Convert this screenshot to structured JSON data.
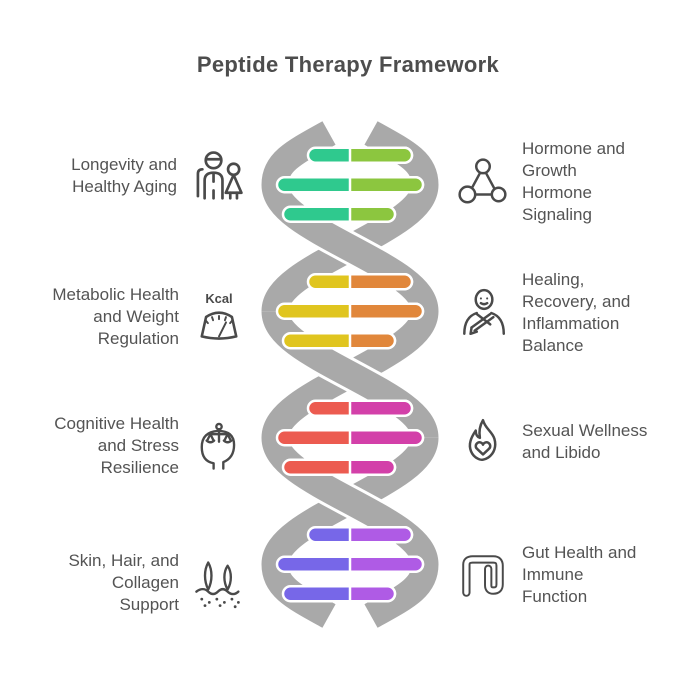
{
  "title": "Peptide Therapy Framework",
  "palette": {
    "strand": "#A9A9A9",
    "icon": "#4A4A4A",
    "title_color": "#4D4D4D",
    "text_color": "#545454"
  },
  "helix": {
    "sections": [
      {
        "name": "green",
        "left_color": "#2FC98E",
        "right_color": "#8CC63F"
      },
      {
        "name": "yellow-orange",
        "left_color": "#E0C51F",
        "right_color": "#E1873B"
      },
      {
        "name": "red-pink",
        "left_color": "#EC5B50",
        "right_color": "#D340A9"
      },
      {
        "name": "purple",
        "left_color": "#7767E8",
        "right_color": "#AF5BE5"
      }
    ]
  },
  "left_items": [
    {
      "label": "Longevity and\nHealthy Aging",
      "icon": "elderly-couple"
    },
    {
      "label": "Metabolic Health\nand Weight\nRegulation",
      "icon": "kcal-scale",
      "icon_text": "Kcal"
    },
    {
      "label": "Cognitive Health\nand Stress\nResilience",
      "icon": "head-balance"
    },
    {
      "label": "Skin, Hair, and\nCollagen\nSupport",
      "icon": "hair-follicle"
    }
  ],
  "right_items": [
    {
      "label": "Hormone and\nGrowth\nHormone\nSignaling",
      "icon": "molecule-triangle"
    },
    {
      "label": "Healing,\nRecovery, and\nInflammation\nBalance",
      "icon": "person-sling"
    },
    {
      "label": "Sexual Wellness\nand Libido",
      "icon": "flame-heart"
    },
    {
      "label": "Gut Health and\nImmune\nFunction",
      "icon": "intestine"
    }
  ]
}
